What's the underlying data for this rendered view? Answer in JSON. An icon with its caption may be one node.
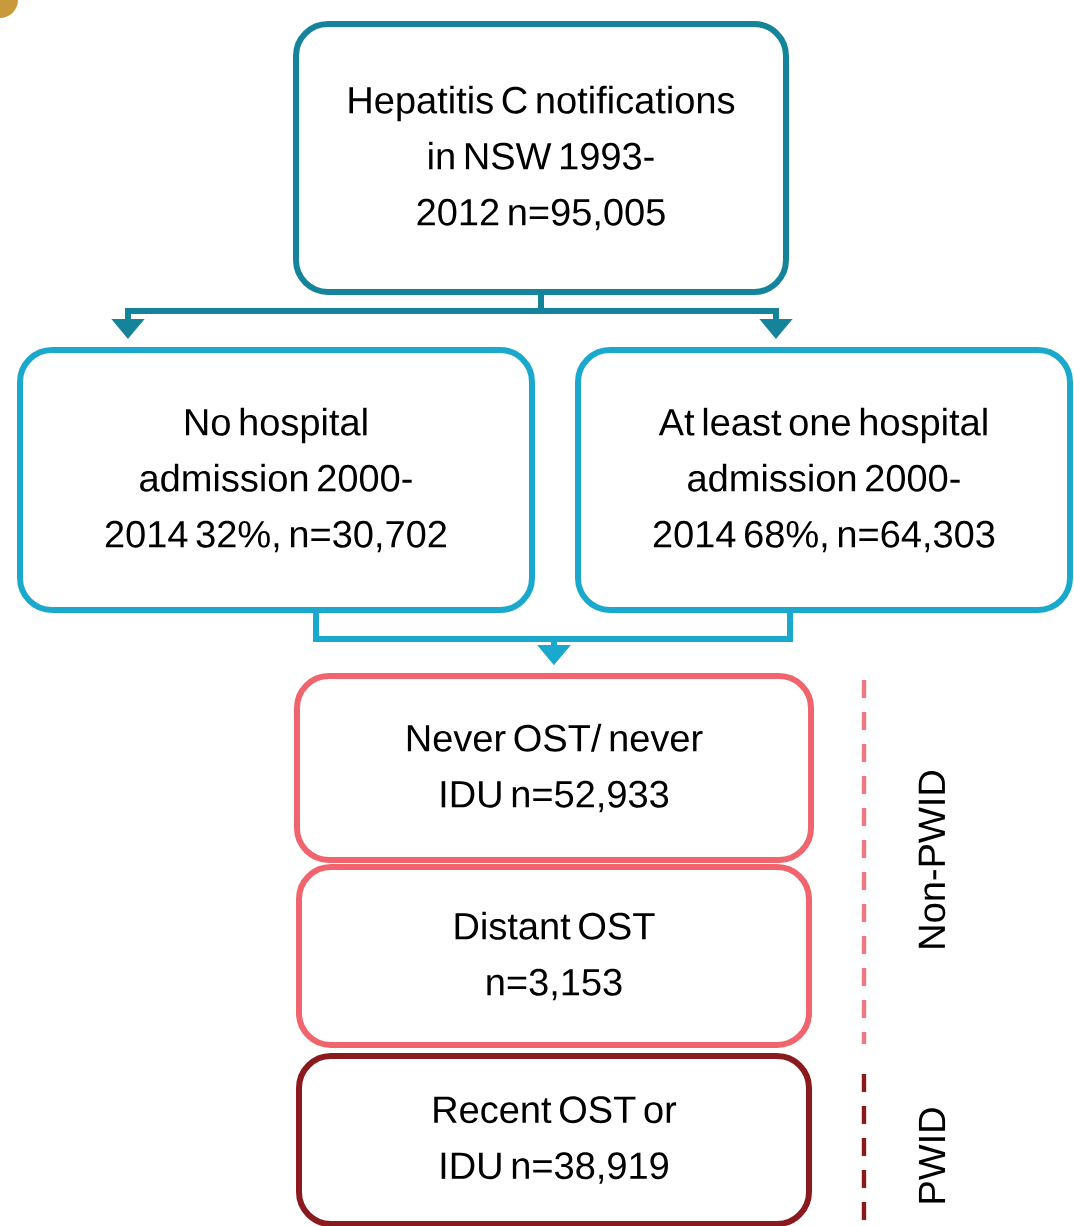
{
  "diagram": {
    "nodes": [
      {
        "text": [
          "Hepatitis C notifications in NSW 1993-2012 n=95,005"
        ]
      },
      {
        "text": [
          "No hospital admission 2000-2014 32%, n=30,702"
        ]
      },
      {
        "text": [
          "At least one hospital admission 2000-2014 68%, n=64,303"
        ]
      },
      {
        "text": [
          "Never OST/ never IDU n=52,933"
        ]
      },
      {
        "text": [
          "Distant OST n=3,153"
        ]
      },
      {
        "text": [
          "Recent OST or IDU n=38,919"
        ]
      }
    ],
    "edges": [
      {
        "from": 0,
        "to": 1,
        "arrow": "to",
        "color": "#15849b"
      },
      {
        "from": 0,
        "to": 2,
        "arrow": "to",
        "color": "#15849b"
      },
      {
        "from": 1,
        "to": 3,
        "arrow": "to",
        "color": "#1aa9cc"
      },
      {
        "from": 2,
        "to": 3,
        "arrow": "to",
        "color": "#1aa9cc"
      }
    ],
    "labels": [
      "Non-PWID",
      "PWID"
    ]
  }
}
